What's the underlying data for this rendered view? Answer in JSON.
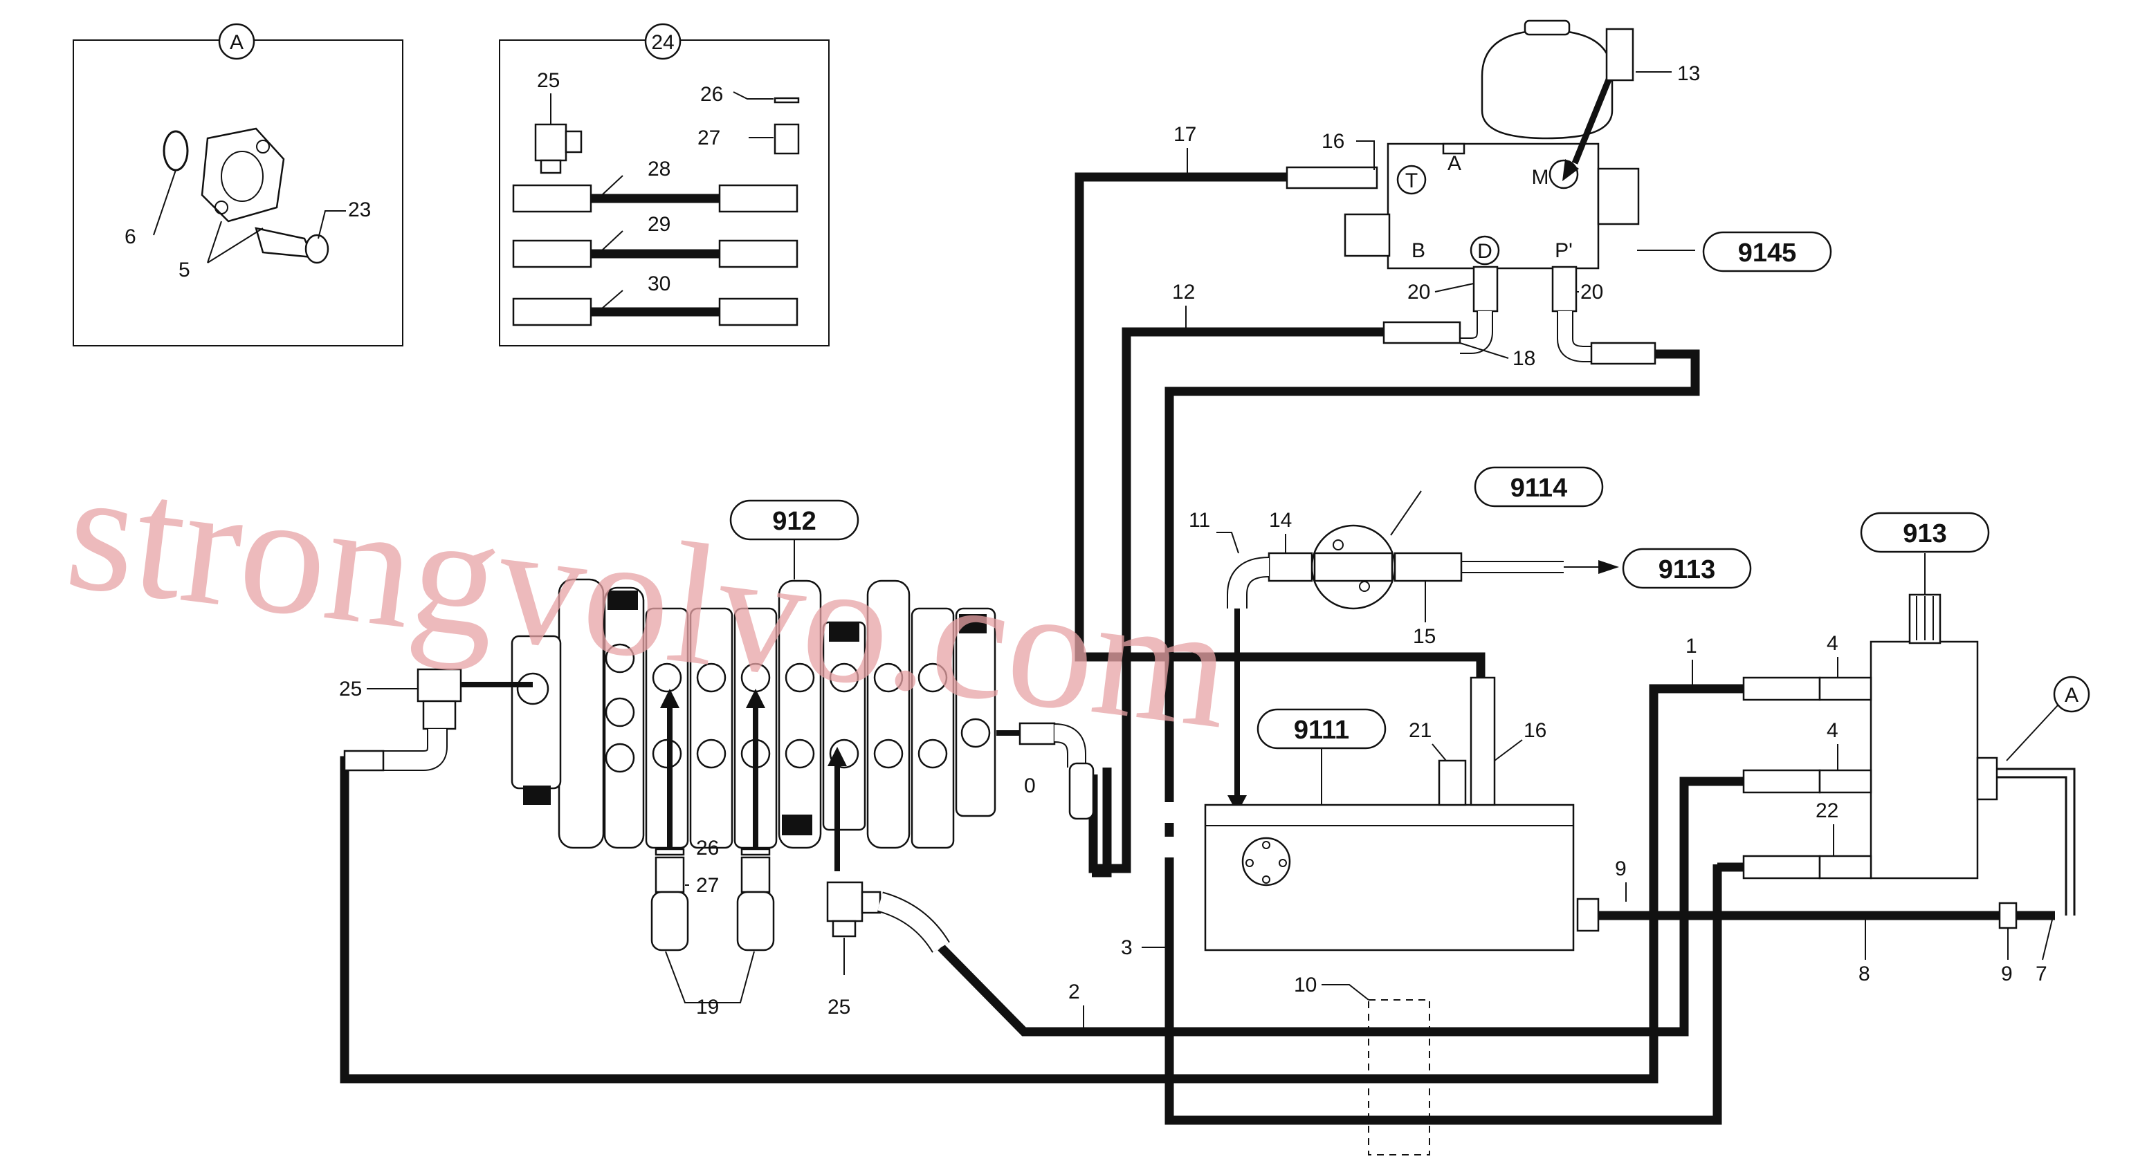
{
  "watermark": "strongvolvo.com",
  "insets": {
    "a": {
      "tag": "A",
      "labels": [
        "6",
        "5",
        "23"
      ]
    },
    "b": {
      "tag": "24",
      "labels": [
        "25",
        "26",
        "27",
        "28",
        "29",
        "30"
      ]
    }
  },
  "refs": [
    "912",
    "9145",
    "9114",
    "9113",
    "9111",
    "913"
  ],
  "ports": [
    "T",
    "M",
    "A",
    "B",
    "D",
    "P'",
    "A"
  ],
  "labels": [
    "13",
    "17",
    "16",
    "12",
    "20",
    "20",
    "18",
    "11",
    "14",
    "15",
    "1",
    "4",
    "4",
    "22",
    "21",
    "16",
    "25",
    "26",
    "27",
    "19",
    "25",
    "0",
    "2",
    "3",
    "10",
    "9",
    "8",
    "9",
    "7"
  ]
}
